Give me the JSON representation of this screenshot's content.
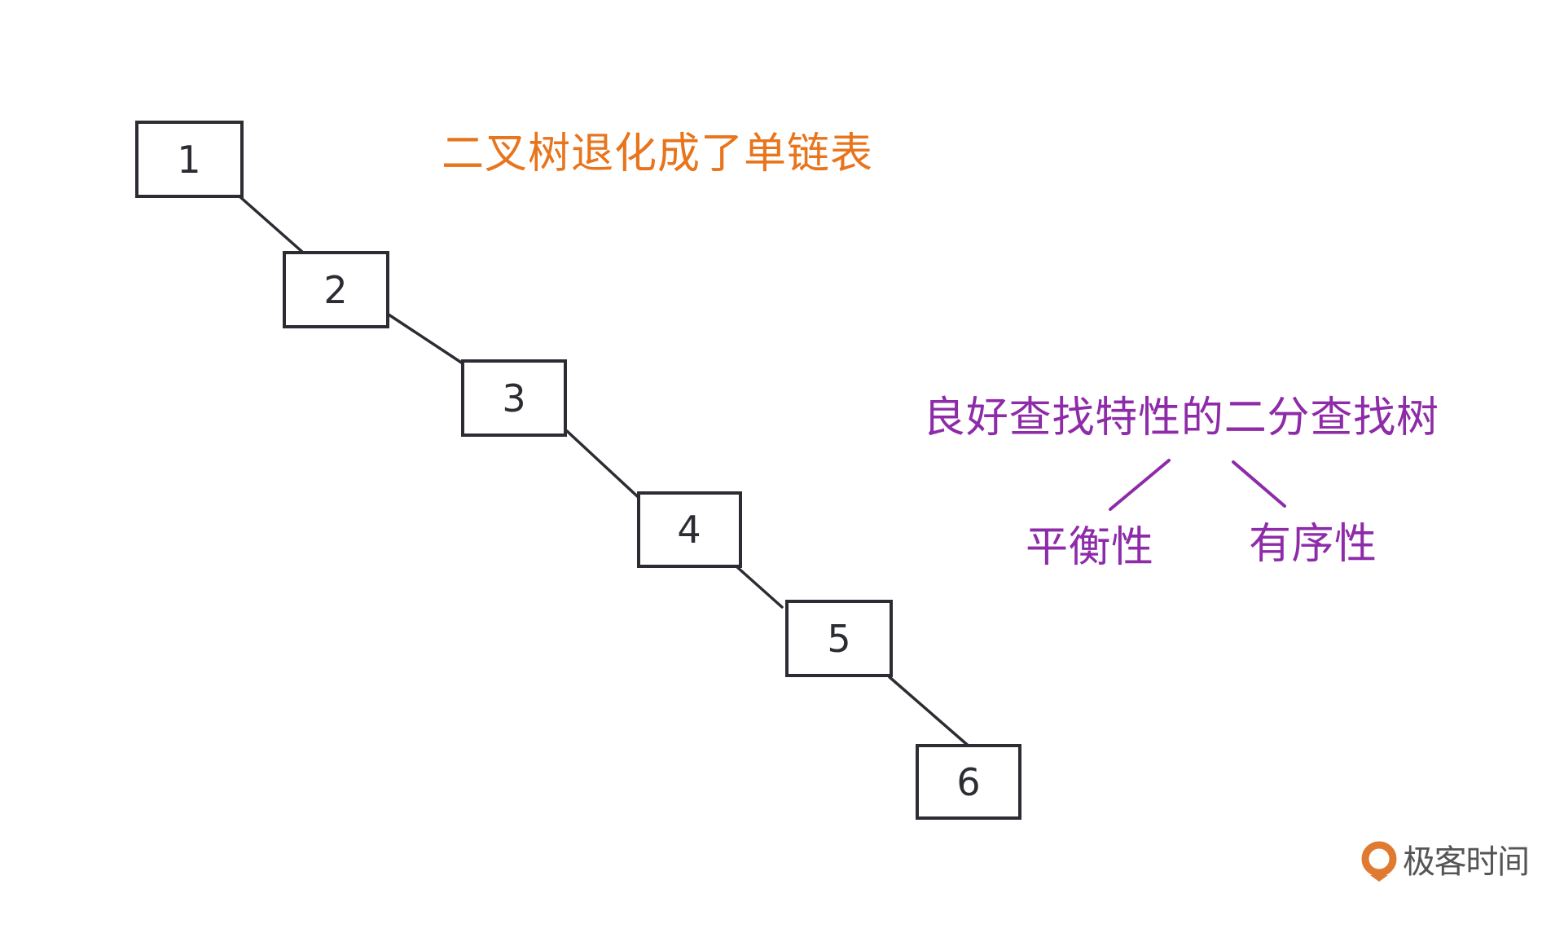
{
  "nodes": [
    "1",
    "2",
    "3",
    "4",
    "5",
    "6"
  ],
  "title_degenerate": "二叉树退化成了单链表",
  "title_good": "良好查找特性的二分查找树",
  "properties": [
    "平衡性",
    "有序性"
  ],
  "logo": "极客时间",
  "colors": {
    "orange": "#e8741c",
    "purple": "#8e2ba8",
    "ink": "#2b2d33",
    "logo": "#e07a30"
  }
}
